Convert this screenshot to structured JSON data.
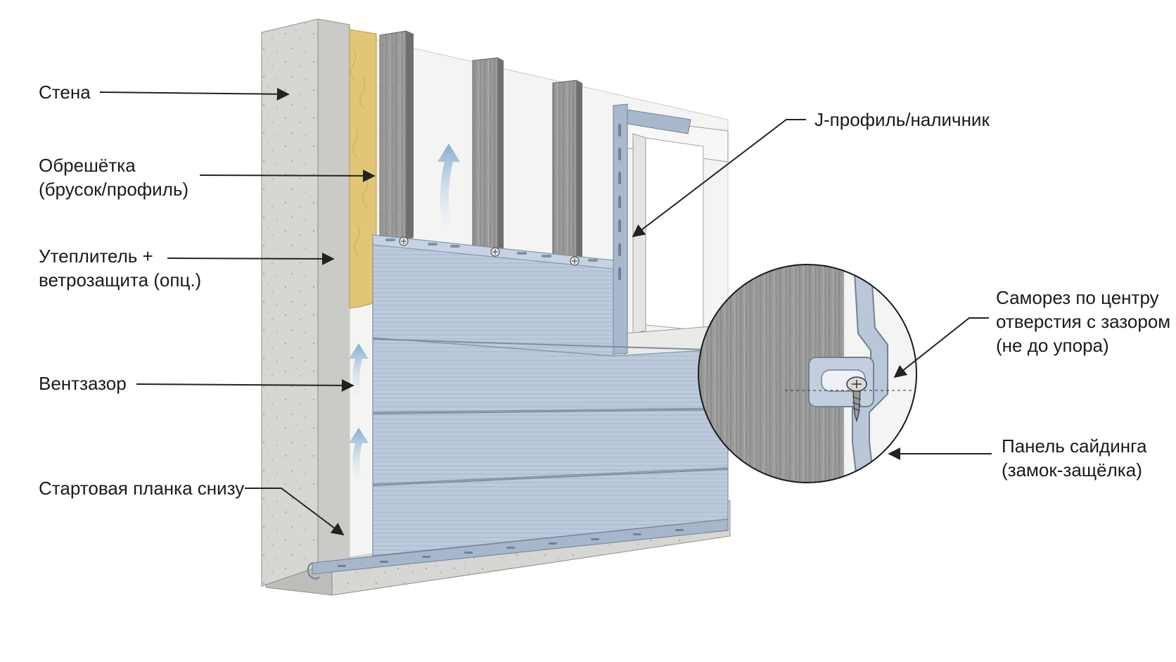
{
  "labels": {
    "wall": "Стена",
    "battens": [
      "Обрешётка",
      "(брусок/профиль)"
    ],
    "insulation": [
      "Утеплитель +",
      "ветрозащита (опц.)"
    ],
    "vent_gap": "Вентзазор",
    "starter_strip": "Стартовая планка снизу",
    "j_profile": "J-профиль/наличник",
    "screw": [
      "Саморез по центру",
      "отверстия с зазором",
      "(не до упора)"
    ],
    "siding_panel": [
      "Панель сайдинга",
      "(замок-защёлка)"
    ]
  },
  "colors": {
    "concrete": "#d4d4d0",
    "insulation": "#e3c97e",
    "batten": "#8f8f8f",
    "membrane": "#f3f3f1",
    "siding": "#b9c7d9",
    "siding_dark": "#8e9fb6",
    "profile": "#a9b8cc",
    "airflow": "#8fb5d6",
    "leader": "#222222"
  }
}
